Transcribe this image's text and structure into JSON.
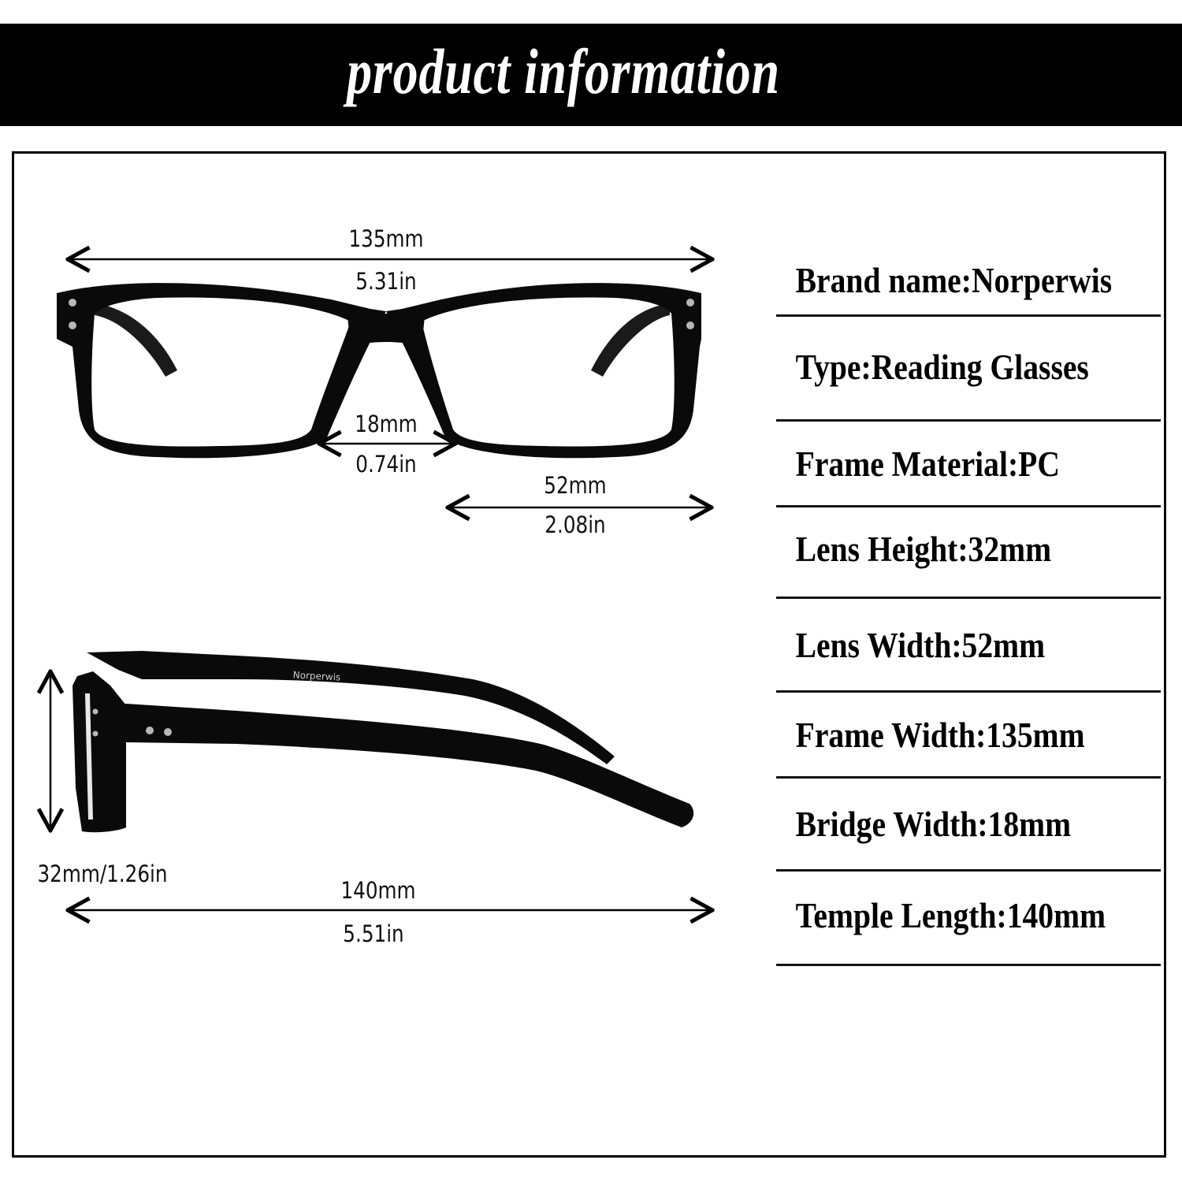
{
  "header": {
    "title": "product information",
    "background_color": "#000000",
    "text_color": "#ffffff"
  },
  "front_view": {
    "frame_width": {
      "mm": "135mm",
      "in": "5.31in"
    },
    "bridge_width": {
      "mm": "18mm",
      "in": "0.74in"
    },
    "lens_width": {
      "mm": "52mm",
      "in": "2.08in"
    }
  },
  "side_view": {
    "temple_imprint": "Norperwis",
    "lens_height": "32mm/1.26in",
    "temple_length": {
      "mm": "140mm",
      "in": "5.51in"
    }
  },
  "specs": [
    {
      "label": "Brand name:Norperwis"
    },
    {
      "label": "Type:Reading Glasses"
    },
    {
      "label": "Frame Material:PC"
    },
    {
      "label": "Lens Height:32mm"
    },
    {
      "label": "Lens Width:52mm"
    },
    {
      "label": "Frame Width:135mm"
    },
    {
      "label": "Bridge Width:18mm"
    },
    {
      "label": "Temple Length:140mm"
    }
  ],
  "colors": {
    "frame": "#0a0a0a",
    "rivet": "#b8b8b8",
    "border": "#000000"
  }
}
